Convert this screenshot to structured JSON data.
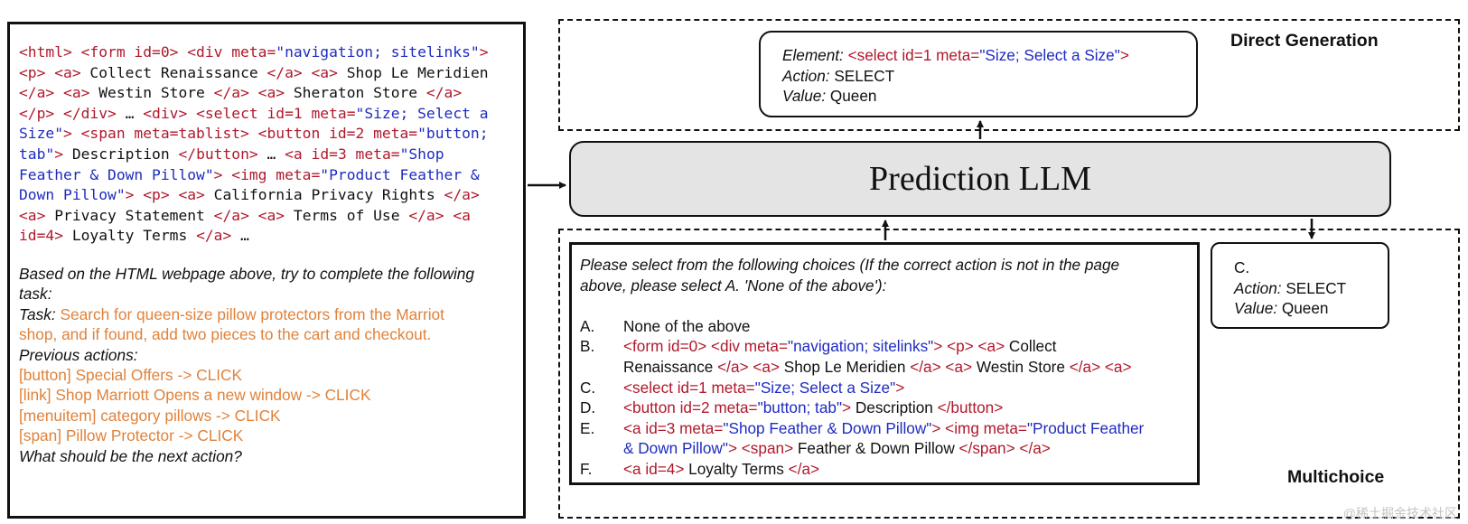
{
  "left_panel": {
    "html_lines": [
      [
        {
          "t": "<html> <form id=0> <div meta=",
          "c": "tag"
        },
        {
          "t": "\"navigation; sitelinks\"",
          "c": "str"
        },
        {
          "t": ">",
          "c": "tag"
        }
      ],
      [
        {
          "t": "<p> <a>",
          "c": "tag"
        },
        {
          "t": " Collect Renaissance ",
          "c": "txt"
        },
        {
          "t": "</a> <a>",
          "c": "tag"
        },
        {
          "t": " Shop Le Meridien",
          "c": "txt"
        }
      ],
      [
        {
          "t": "</a> <a>",
          "c": "tag"
        },
        {
          "t": " Westin Store ",
          "c": "txt"
        },
        {
          "t": "</a> <a>",
          "c": "tag"
        },
        {
          "t": " Sheraton Store ",
          "c": "txt"
        },
        {
          "t": "</a>",
          "c": "tag"
        }
      ],
      [
        {
          "t": "</p> </div>",
          "c": "tag"
        },
        {
          "t": " … ",
          "c": "txt"
        },
        {
          "t": "<div> <select id=1 meta=",
          "c": "tag"
        },
        {
          "t": "\"Size; Select a",
          "c": "str"
        }
      ],
      [
        {
          "t": "Size\"",
          "c": "str"
        },
        {
          "t": "> <span meta=tablist> <button id=2 meta=",
          "c": "tag"
        },
        {
          "t": "\"button;",
          "c": "str"
        }
      ],
      [
        {
          "t": "tab\"",
          "c": "str"
        },
        {
          "t": ">",
          "c": "tag"
        },
        {
          "t": " Description ",
          "c": "txt"
        },
        {
          "t": "</button>",
          "c": "tag"
        },
        {
          "t": " … ",
          "c": "txt"
        },
        {
          "t": "<a id=3 meta=",
          "c": "tag"
        },
        {
          "t": "\"Shop",
          "c": "str"
        }
      ],
      [
        {
          "t": "Feather & Down Pillow\"",
          "c": "str"
        },
        {
          "t": "> <img meta=",
          "c": "tag"
        },
        {
          "t": "\"Product Feather &",
          "c": "str"
        }
      ],
      [
        {
          "t": "Down Pillow\"",
          "c": "str"
        },
        {
          "t": "> <p> <a>",
          "c": "tag"
        },
        {
          "t": " California Privacy Rights ",
          "c": "txt"
        },
        {
          "t": "</a>",
          "c": "tag"
        }
      ],
      [
        {
          "t": "<a>",
          "c": "tag"
        },
        {
          "t": " Privacy Statement ",
          "c": "txt"
        },
        {
          "t": "</a> <a>",
          "c": "tag"
        },
        {
          "t": " Terms of Use ",
          "c": "txt"
        },
        {
          "t": "</a> <a",
          "c": "tag"
        }
      ],
      [
        {
          "t": "id=4>",
          "c": "tag"
        },
        {
          "t": " Loyalty Terms ",
          "c": "txt"
        },
        {
          "t": "</a>",
          "c": "tag"
        },
        {
          "t": " …",
          "c": "txt"
        }
      ]
    ],
    "intro_1": "Based on the HTML webpage above, try to complete the following",
    "intro_2": "task:",
    "task_label": "Task:",
    "task_1": " Search for queen-size pillow protectors from the Marriot",
    "task_2": "shop, and if found, add two pieces to the cart and checkout.",
    "prev_label": "Previous actions:",
    "previous_actions": [
      "[button] Special Offers -> CLICK",
      "[link] Shop Marriott Opens a new window -> CLICK",
      "[menuitem] category pillows -> CLICK",
      "[span] Pillow Protector -> CLICK"
    ],
    "question": "What should be the next action?"
  },
  "direct_generation": {
    "label": "Direct Generation",
    "element_label": "Element:",
    "element_tag": " <select id=1  meta=",
    "element_meta": "\"Size; Select a Size\"",
    "element_close": ">",
    "action_label": "Action:",
    "action_value": " SELECT",
    "value_label": "Value:",
    "value_value": " Queen"
  },
  "llm": {
    "label": "Prediction LLM"
  },
  "multichoice": {
    "label": "Multichoice",
    "prompt_1": "Please select from the following choices (If the correct action is not in the page",
    "prompt_2": "above, please select A. 'None of the above'):",
    "choices": [
      {
        "letter": "A.",
        "lines": [
          [
            {
              "t": "None of the above",
              "c": "txt"
            }
          ]
        ]
      },
      {
        "letter": "B.",
        "lines": [
          [
            {
              "t": "<form id=0> <div meta=",
              "c": "red"
            },
            {
              "t": "\"navigation; sitelinks\"",
              "c": "blue"
            },
            {
              "t": "> <p> <a>",
              "c": "red"
            },
            {
              "t": " Collect",
              "c": "txt"
            }
          ],
          [
            {
              "t": "Renaissance ",
              "c": "txt"
            },
            {
              "t": "</a> <a>",
              "c": "red"
            },
            {
              "t": " Shop Le Meridien ",
              "c": "txt"
            },
            {
              "t": "</a> <a>",
              "c": "red"
            },
            {
              "t": " Westin Store ",
              "c": "txt"
            },
            {
              "t": "</a> <a>",
              "c": "red"
            }
          ]
        ]
      },
      {
        "letter": "C.",
        "lines": [
          [
            {
              "t": "<select id=1  meta=",
              "c": "red"
            },
            {
              "t": "\"Size; Select a Size\"",
              "c": "blue"
            },
            {
              "t": ">",
              "c": "red"
            }
          ]
        ]
      },
      {
        "letter": "D.",
        "lines": [
          [
            {
              "t": "<button id=2  meta=",
              "c": "red"
            },
            {
              "t": "\"button; tab\"",
              "c": "blue"
            },
            {
              "t": ">",
              "c": "red"
            },
            {
              "t": " Description ",
              "c": "txt"
            },
            {
              "t": "</button>",
              "c": "red"
            }
          ]
        ]
      },
      {
        "letter": "E.",
        "lines": [
          [
            {
              "t": "<a id=3 meta=",
              "c": "red"
            },
            {
              "t": "\"Shop Feather & Down Pillow\"",
              "c": "blue"
            },
            {
              "t": "> <img meta=",
              "c": "red"
            },
            {
              "t": "\"Product Feather",
              "c": "blue"
            }
          ],
          [
            {
              "t": "& Down Pillow\"",
              "c": "blue"
            },
            {
              "t": "> <span>",
              "c": "red"
            },
            {
              "t": " Feather & Down Pillow ",
              "c": "txt"
            },
            {
              "t": "</span> </a>",
              "c": "red"
            }
          ]
        ]
      },
      {
        "letter": "F.",
        "lines": [
          [
            {
              "t": "<a id=4>",
              "c": "red"
            },
            {
              "t": " Loyalty Terms ",
              "c": "txt"
            },
            {
              "t": "</a>",
              "c": "red"
            }
          ]
        ]
      }
    ],
    "answer_choice": "C.",
    "answer_action_label": "Action:",
    "answer_action_value": " SELECT",
    "answer_value_label": "Value:",
    "answer_value_value": " Queen"
  },
  "watermark": "@稀土掘金技术社区"
}
